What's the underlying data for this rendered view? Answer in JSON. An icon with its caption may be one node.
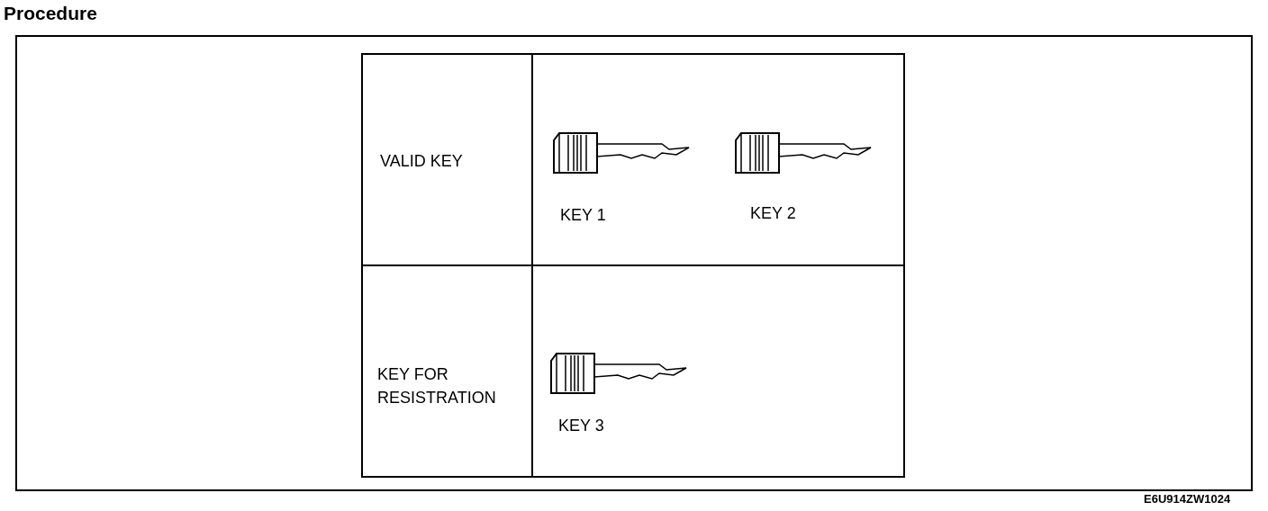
{
  "diagram": {
    "title": "Procedure",
    "labels": [
      "VALID KEY",
      "KEY 1",
      "KEY 2",
      "KEY FOR RESISTRATION",
      "KEY 3",
      "E6U914ZW1024"
    ]
  }
}
